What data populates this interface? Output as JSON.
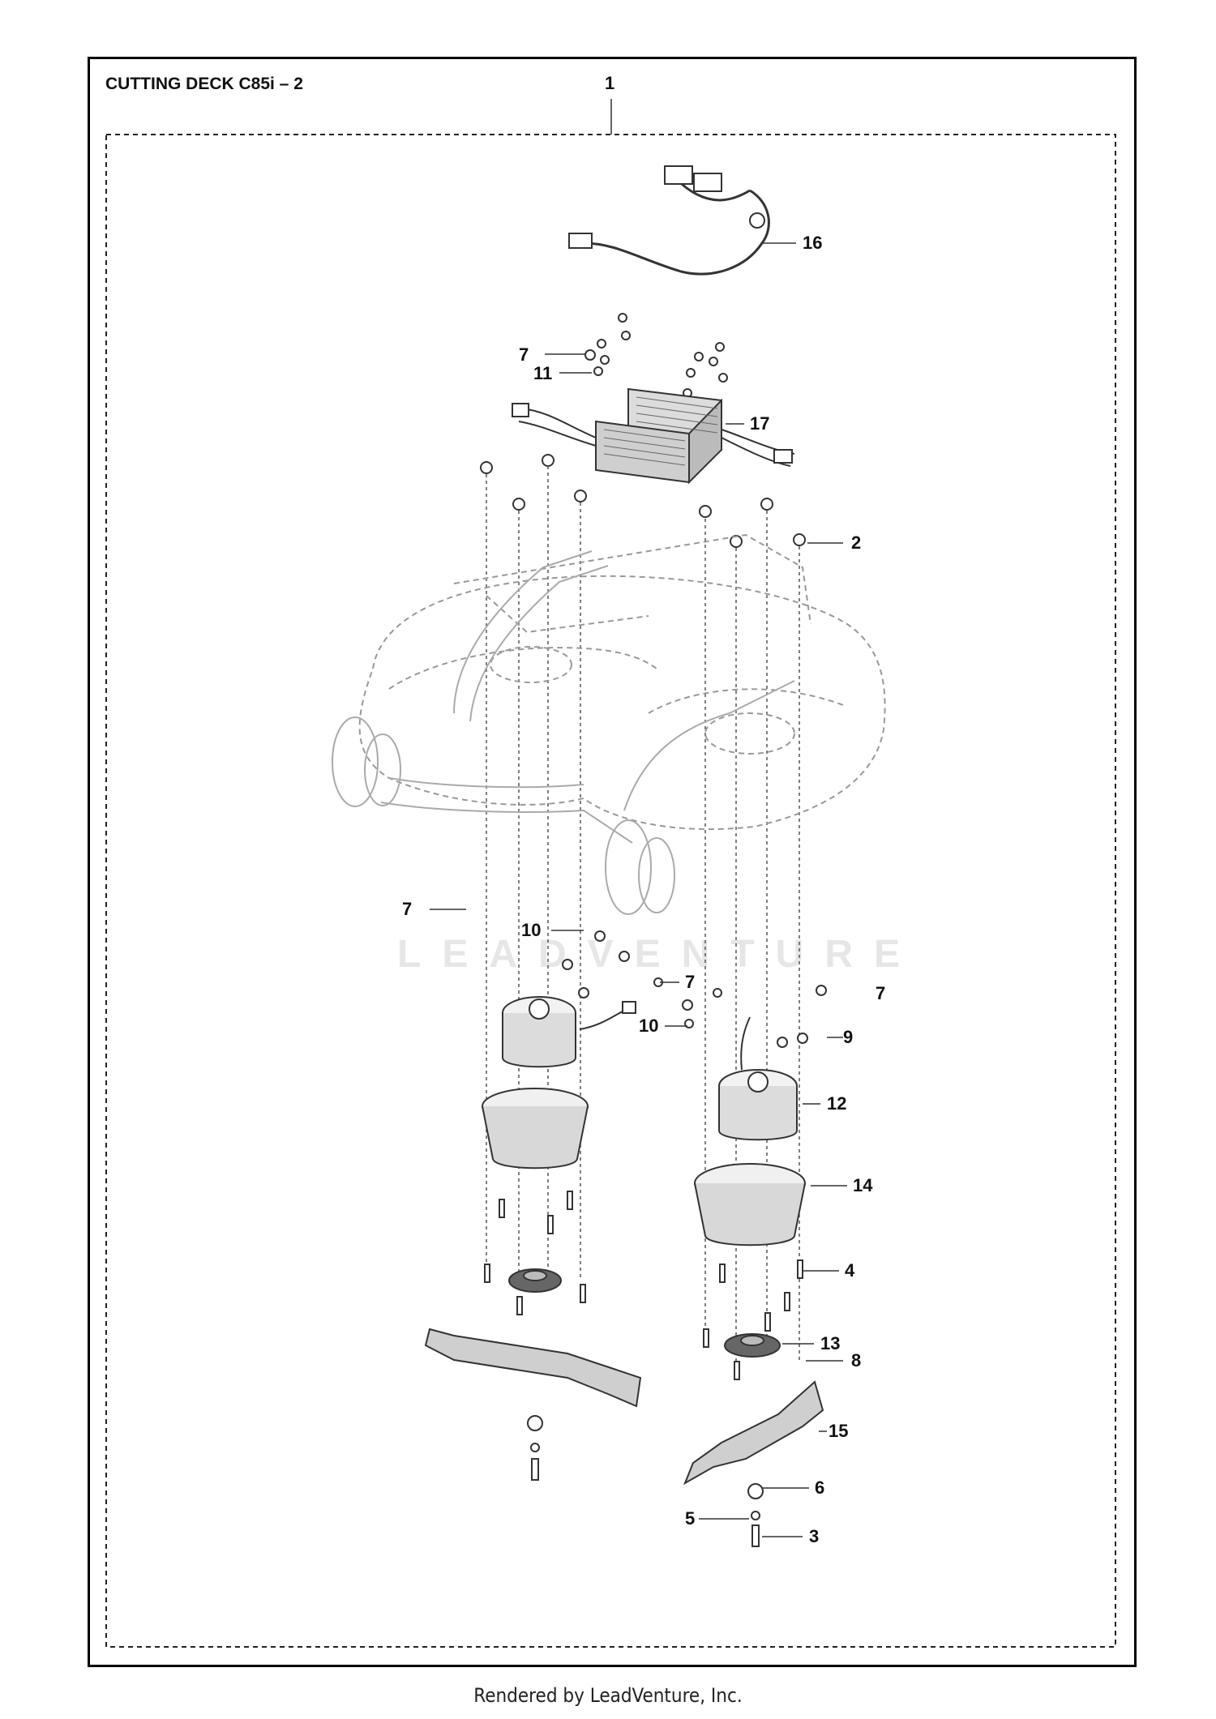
{
  "title": "CUTTING DECK C85i – 2",
  "watermark": "LEADVENTURE",
  "footer": "Rendered by LeadVenture, Inc.",
  "callouts": [
    {
      "id": "c1",
      "label": "1"
    },
    {
      "id": "c16",
      "label": "16"
    },
    {
      "id": "c7a",
      "label": "7"
    },
    {
      "id": "c11",
      "label": "11"
    },
    {
      "id": "c17",
      "label": "17"
    },
    {
      "id": "c2",
      "label": "2"
    },
    {
      "id": "c7b",
      "label": "7"
    },
    {
      "id": "c10a",
      "label": "10"
    },
    {
      "id": "c7c",
      "label": "7"
    },
    {
      "id": "c7d",
      "label": "7"
    },
    {
      "id": "c10b",
      "label": "10"
    },
    {
      "id": "c9",
      "label": "9"
    },
    {
      "id": "c12",
      "label": "12"
    },
    {
      "id": "c14",
      "label": "14"
    },
    {
      "id": "c4",
      "label": "4"
    },
    {
      "id": "c13",
      "label": "13"
    },
    {
      "id": "c8",
      "label": "8"
    },
    {
      "id": "c15",
      "label": "15"
    },
    {
      "id": "c6",
      "label": "6"
    },
    {
      "id": "c5",
      "label": "5"
    },
    {
      "id": "c3",
      "label": "3"
    }
  ]
}
